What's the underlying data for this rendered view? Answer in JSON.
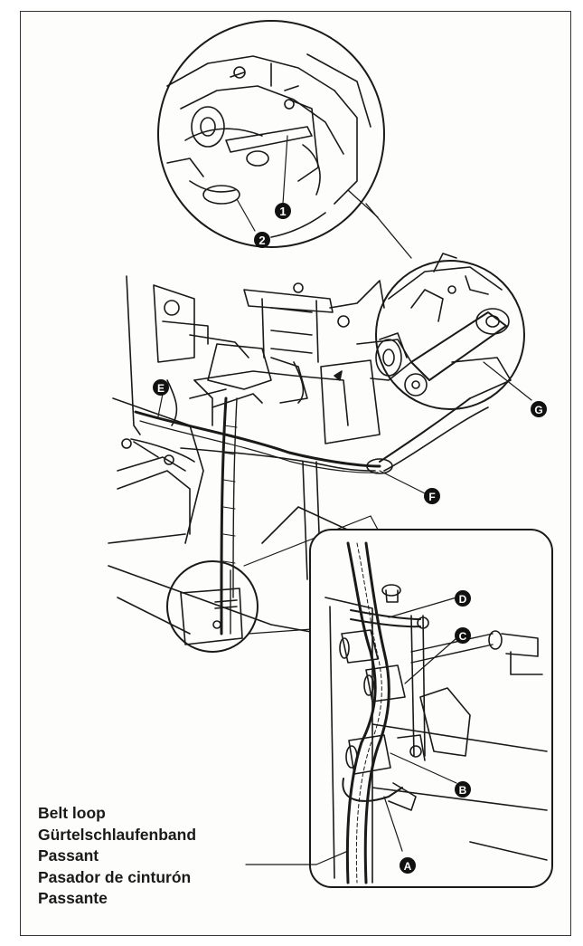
{
  "callouts": {
    "numbered": [
      "1",
      "2"
    ],
    "lettered": [
      "A",
      "B",
      "C",
      "D",
      "E",
      "F",
      "G"
    ]
  },
  "belt_loop_labels": [
    "Belt loop",
    "Gürtelschlaufenband",
    "Passant",
    "Pasador de cinturón",
    "Passante"
  ],
  "colors": {
    "line": "#1a1a1a",
    "callout_fill": "#111111",
    "callout_text": "#ffffff"
  }
}
